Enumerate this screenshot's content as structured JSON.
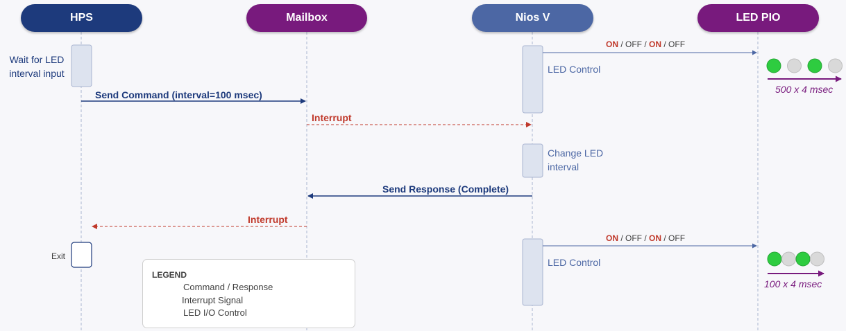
{
  "colors": {
    "hps": "#1d3a7c",
    "mailbox": "#781a7d",
    "nios": "#4c67a4",
    "ledpio": "#781a7d",
    "command": "#1d3a7c",
    "interrupt": "#c0392b",
    "io": "#4c67a4",
    "led_on": "#2ecc40",
    "led_off": "#d9d9d9",
    "timing": "#781a7d"
  },
  "actors": {
    "hps": "HPS",
    "mailbox": "Mailbox",
    "nios": "Nios V",
    "ledpio": "LED PIO"
  },
  "notes": {
    "hps_wait_line1": "Wait for LED",
    "hps_wait_line2": "interval input",
    "hps_exit": "Exit",
    "led_control_1": "LED Control",
    "change_line1": "Change LED",
    "change_line2": "interval",
    "led_control_2": "LED Control"
  },
  "messages": {
    "send_command": "Send Command  (interval=100 msec)",
    "interrupt_1": "Interrupt",
    "send_response": "Send Response (Complete)",
    "interrupt_2": "Interrupt",
    "io_1": {
      "on": "ON",
      "sep": " / ",
      "off": "OFF"
    },
    "io_2": {
      "on": "ON",
      "sep": " / ",
      "off": "OFF"
    }
  },
  "led_patterns": {
    "first": [
      "on",
      "off",
      "on",
      "off"
    ],
    "second": [
      "on",
      "off",
      "on",
      "off"
    ]
  },
  "timing": {
    "first": "500 x 4 msec",
    "second": "100 x 4 msec"
  },
  "legend": {
    "title": "LEGEND",
    "command": "Command / Response",
    "interrupt": "Interrupt Signal",
    "io": "LED I/O Control"
  }
}
